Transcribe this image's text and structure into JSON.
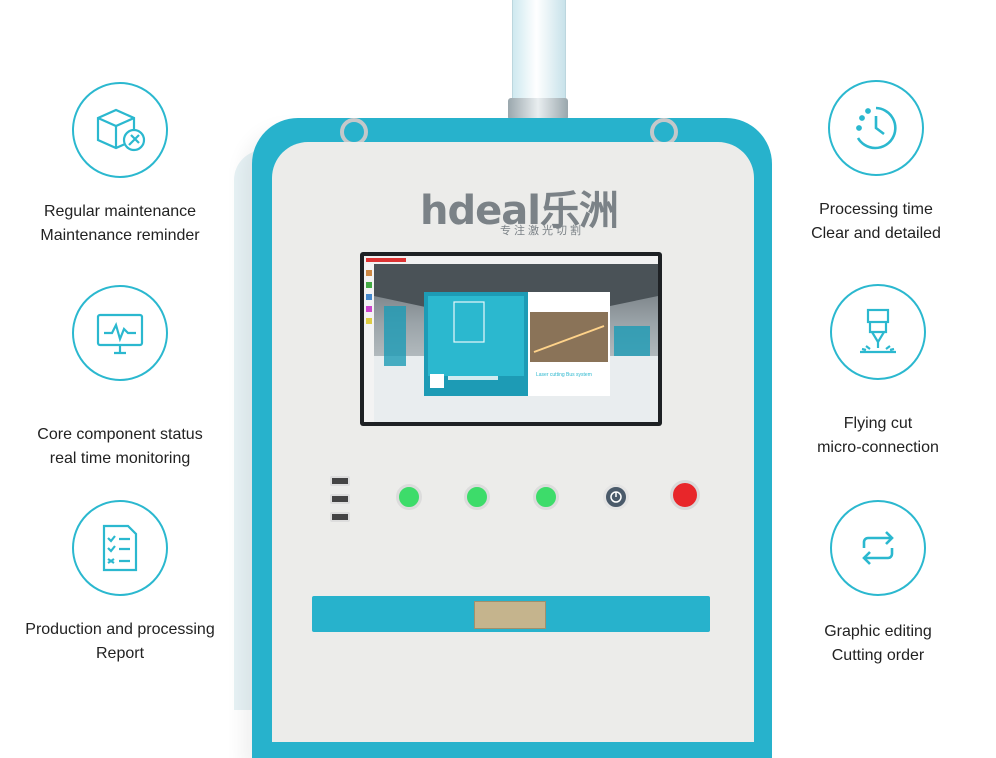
{
  "features": [
    {
      "id": "maintenance",
      "icon": "box-wrench-icon",
      "line1": "Regular maintenance",
      "line2": "Maintenance reminder"
    },
    {
      "id": "monitoring",
      "icon": "monitor-pulse-icon",
      "line1": "Core component status",
      "line2": "real time monitoring"
    },
    {
      "id": "report",
      "icon": "checklist-document-icon",
      "line1": "Production and processing",
      "line2": "Report"
    },
    {
      "id": "processing-time",
      "icon": "stopwatch-icon",
      "line1": "Processing time",
      "line2": "Clear and detailed"
    },
    {
      "id": "flying-cut",
      "icon": "laser-head-icon",
      "line1": "Flying cut",
      "line2": "micro-connection"
    },
    {
      "id": "graphic-editing",
      "icon": "cycle-arrows-icon",
      "line1": "Graphic editing",
      "line2": "Cutting order"
    }
  ],
  "machine": {
    "logo": "hdeal乐洲",
    "logo_sub": "专注激光切割",
    "screen_caption": "Laser cutting Bus system"
  },
  "colors": {
    "accent": "#2bb8cf",
    "green": "#3ddc6a",
    "red": "#e8262a"
  }
}
